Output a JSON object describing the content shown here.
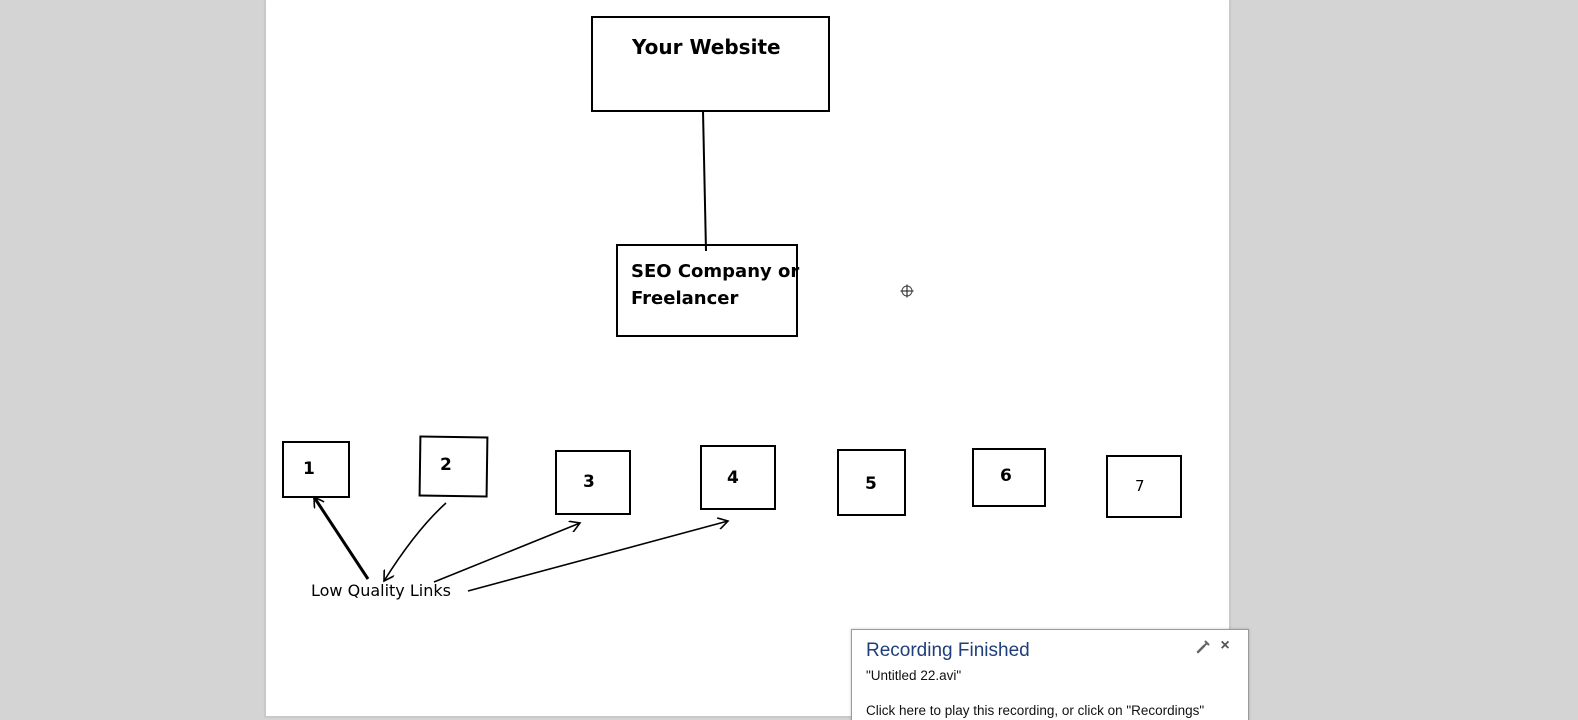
{
  "diagram": {
    "website_box": {
      "label": "Your Website"
    },
    "seo_box": {
      "label_line1": "SEO Company or",
      "label_line2": "Freelancer"
    },
    "link_boxes": [
      {
        "label": "1"
      },
      {
        "label": "2"
      },
      {
        "label": "3"
      },
      {
        "label": "4"
      },
      {
        "label": "5"
      },
      {
        "label": "6"
      },
      {
        "label": "7"
      }
    ],
    "low_quality_label": "Low Quality Links"
  },
  "notification": {
    "title": "Recording Finished",
    "filename": "\"Untitled 22.avi\"",
    "message": "Click here to play this recording, or click on \"Recordings\"",
    "settings_icon": "wrench-icon",
    "close_label": "×"
  },
  "colors": {
    "background": "#d4d4d4",
    "page": "#ffffff",
    "ink": "#000000",
    "notification_title": "#1f3f7a"
  }
}
